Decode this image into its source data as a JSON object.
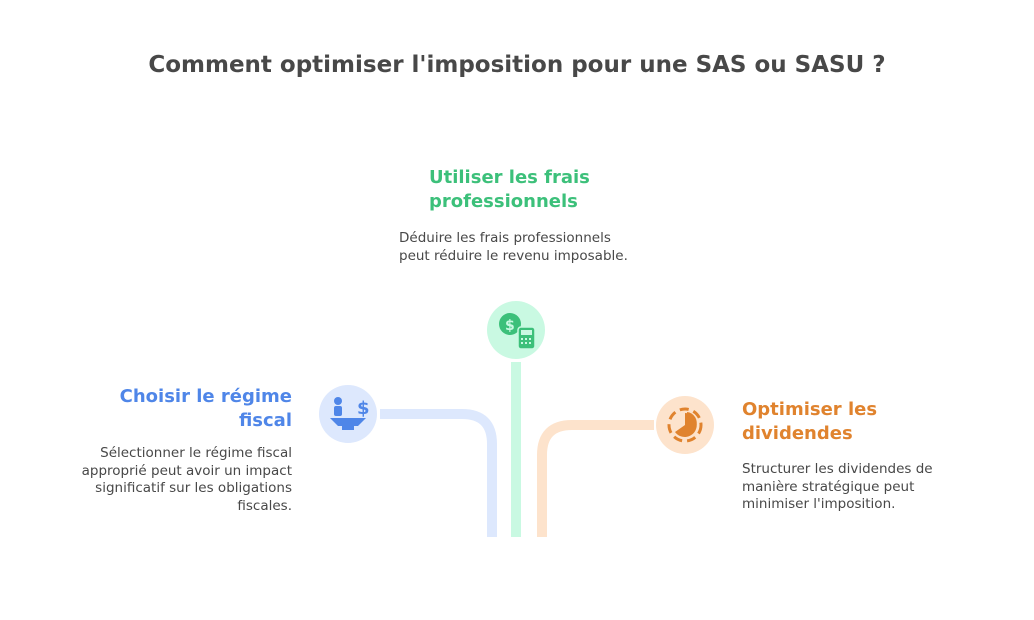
{
  "title": "Comment optimiser l'imposition pour une SAS ou SASU ?",
  "items": [
    {
      "heading": "Choisir le régime fiscal",
      "description": "Sélectionner le régime fiscal approprié peut avoir un impact significatif sur les obligations fiscales.",
      "icon": "scale-person-dollar-icon",
      "color": "#4f86e8",
      "bg": "#dde8fd"
    },
    {
      "heading": "Utiliser les frais professionnels",
      "description": "Déduire les frais professionnels peut réduire le revenu imposable.",
      "icon": "dollar-calculator-icon",
      "color": "#3cc07a",
      "bg": "#c9f9e2"
    },
    {
      "heading": "Optimiser les dividendes",
      "description": "Structurer les dividendes de manière stratégique peut minimiser l'imposition.",
      "icon": "pie-chart-icon",
      "color": "#e0832e",
      "bg": "#fde3cc"
    }
  ]
}
